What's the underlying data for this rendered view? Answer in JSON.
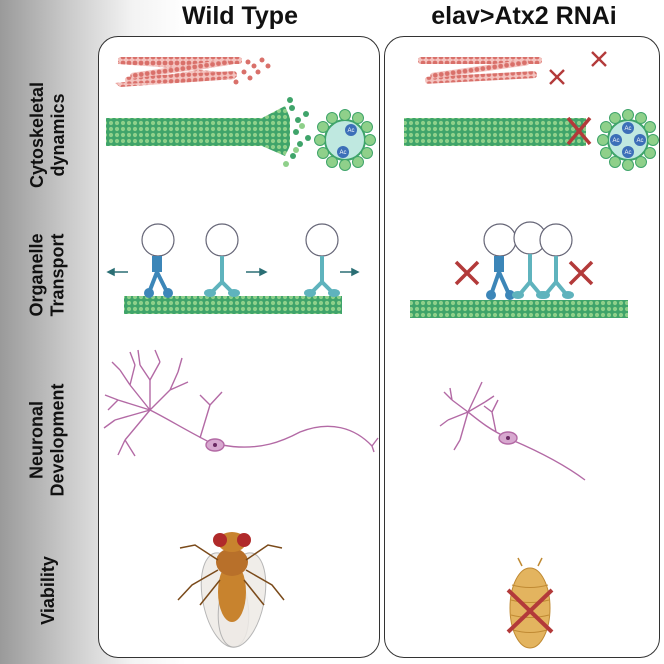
{
  "columns": {
    "wild_type": "Wild Type",
    "mutant": "elav>Atx2 RNAi"
  },
  "rows": {
    "cytoskeletal": "Cytoskeletal\ndynamics",
    "transport": "Organelle\nTransport",
    "neuronal": "Neuronal\nDevelopment",
    "viability": "Viability"
  },
  "acetylation_label": "Ac",
  "colors": {
    "actin": "#d9706a",
    "microtubule": "#3fa46a",
    "microtubule_light": "#8fd08a",
    "kinesin": "#3c86b8",
    "dynein": "#5fb3bd",
    "neuron": "#b36aa5",
    "cross": "#b33a3a",
    "fly_body": "#c8832e"
  }
}
